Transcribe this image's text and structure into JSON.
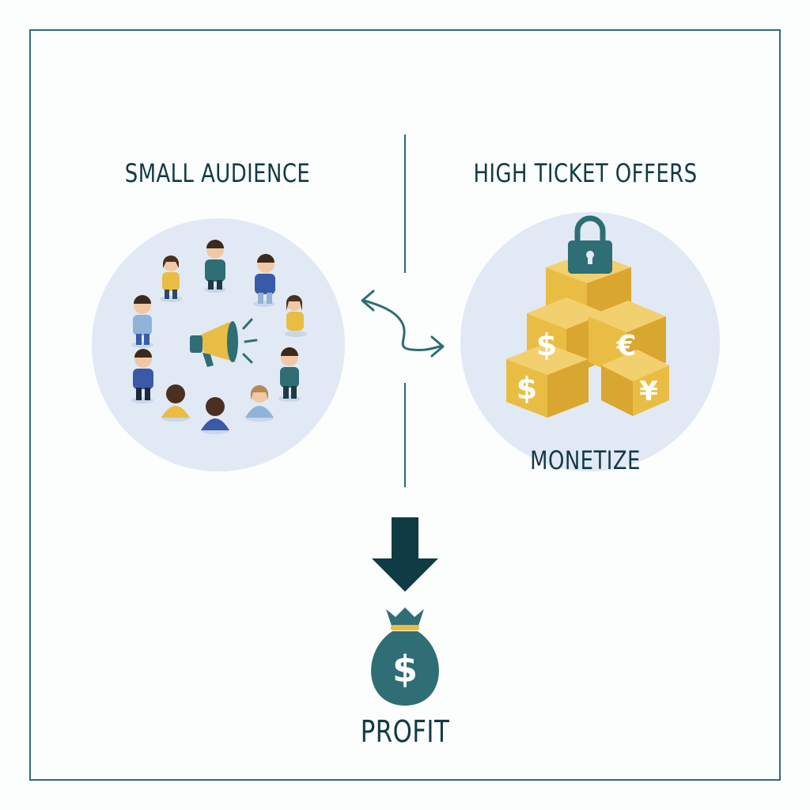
{
  "labels": {
    "left_title": "SMALL AUDIENCE",
    "right_title": "HIGH TICKET OFFERS",
    "monetize": "MONETIZE",
    "profit": "PROFIT"
  },
  "currency": {
    "dollar": "$",
    "euro": "€",
    "yen": "¥"
  },
  "colors": {
    "frame": "#2f6a78",
    "text": "#123a46",
    "circle_bg": "#e1e9f5",
    "teal": "#2e6e74",
    "gold": "#e9bd44",
    "arrow_dark": "#0f3b44"
  }
}
